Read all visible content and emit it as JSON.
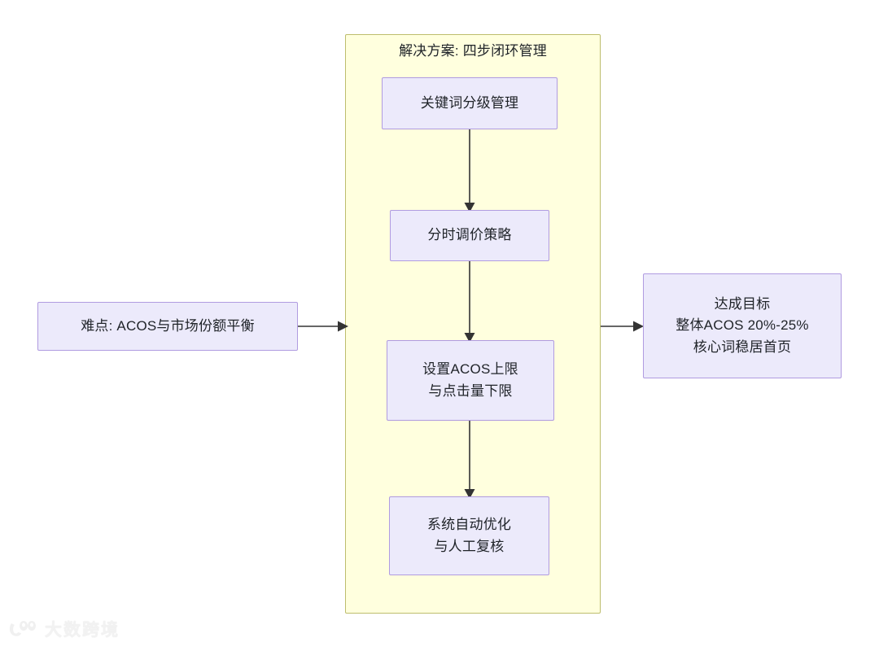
{
  "diagram": {
    "type": "flowchart",
    "direction": "left-to-right",
    "background_color": "#ffffff",
    "subgraph": {
      "title": "解决方案: 四步闭环管理",
      "fill_color": "#FFFFDE",
      "border_color": "#BDBD6D"
    },
    "node_style": {
      "fill_color": "#ECEAFB",
      "border_color": "#B09BE0",
      "text_color": "#1f2328"
    },
    "edge_color": "#333333",
    "nodes": {
      "pain": {
        "label": "难点: ACOS与市场份额平衡"
      },
      "step1": {
        "label": "关键词分级管理"
      },
      "step2": {
        "label": "分时调价策略"
      },
      "step3": {
        "label": "设置ACOS上限\n与点击量下限"
      },
      "step4": {
        "label": "系统自动优化\n与人工复核"
      },
      "goal": {
        "label": "达成目标\n整体ACOS 20%-25%\n核心词稳居首页"
      }
    },
    "edges": [
      {
        "from": "pain",
        "to": "subgraph",
        "label": ""
      },
      {
        "from": "step1",
        "to": "step2",
        "label": ""
      },
      {
        "from": "step2",
        "to": "step3",
        "label": ""
      },
      {
        "from": "step3",
        "to": "step4",
        "label": ""
      },
      {
        "from": "subgraph",
        "to": "goal",
        "label": ""
      }
    ]
  },
  "watermark": {
    "text": "大数跨境",
    "logo_icon": "dashu-logo-icon"
  }
}
